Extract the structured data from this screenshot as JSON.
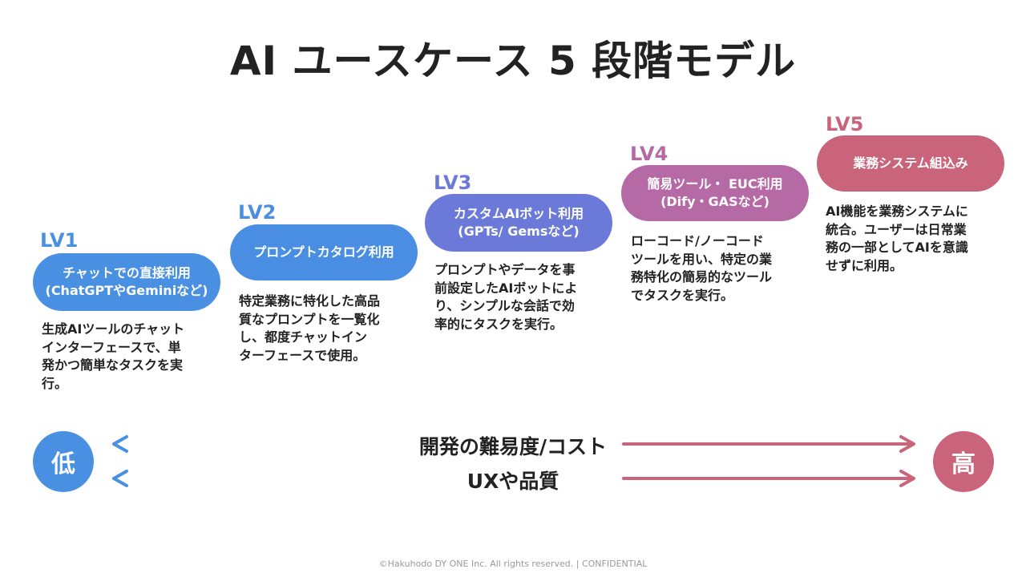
{
  "title": "AI ユースケース 5 段階モデル",
  "levels": [
    {
      "label": "LV1",
      "color": "#4a90e2",
      "pill_lines": [
        "チャットでの直接利用",
        "(ChatGPTやGeminiなど)"
      ],
      "description_lines": [
        "生成AIツールのチャット",
        "インターフェースで、単",
        "発かつ簡単なタスクを実",
        "行。"
      ]
    },
    {
      "label": "LV2",
      "color": "#4a8ee4",
      "pill_lines": [
        "プロンプトカタログ利用"
      ],
      "description_lines": [
        "特定業務に特化した高品",
        "質なプロンプトを一覧化",
        "し、都度チャットイン",
        "ターフェースで使用。"
      ]
    },
    {
      "label": "LV3",
      "color": "#6b79d8",
      "pill_lines": [
        "カスタムAIボット利用",
        "(GPTs/ Gemsなど)"
      ],
      "description_lines": [
        "プロンプトやデータを事",
        "前設定したAIボットによ",
        "り、シンプルな会話で効",
        "率的にタスクを実行。"
      ]
    },
    {
      "label": "LV4",
      "color": "#b56aa6",
      "pill_lines": [
        "簡易ツール・ EUC利用",
        "(Dify・GASなど)"
      ],
      "description_lines": [
        "ローコード/ノーコード",
        "ツールを用い、特定の業",
        "務特化の簡易的なツール",
        "でタスクを実行。"
      ]
    },
    {
      "label": "LV5",
      "color": "#c9647a",
      "pill_lines": [
        "業務システム組込み"
      ],
      "description_lines": [
        "AI機能を業務システムに",
        "統合。ユーザーは日常業",
        "務の一部としてAIを意識",
        "せずに利用。"
      ]
    }
  ],
  "scale": {
    "low": "低",
    "high": "高",
    "low_color": "#4a90e2",
    "high_color": "#c9647a",
    "axis_labels": [
      "開発の難易度/コスト",
      "UXや品質"
    ]
  },
  "footer": "©Hakuhodo DY ONE Inc. All rights reserved. | CONFIDENTIAL"
}
